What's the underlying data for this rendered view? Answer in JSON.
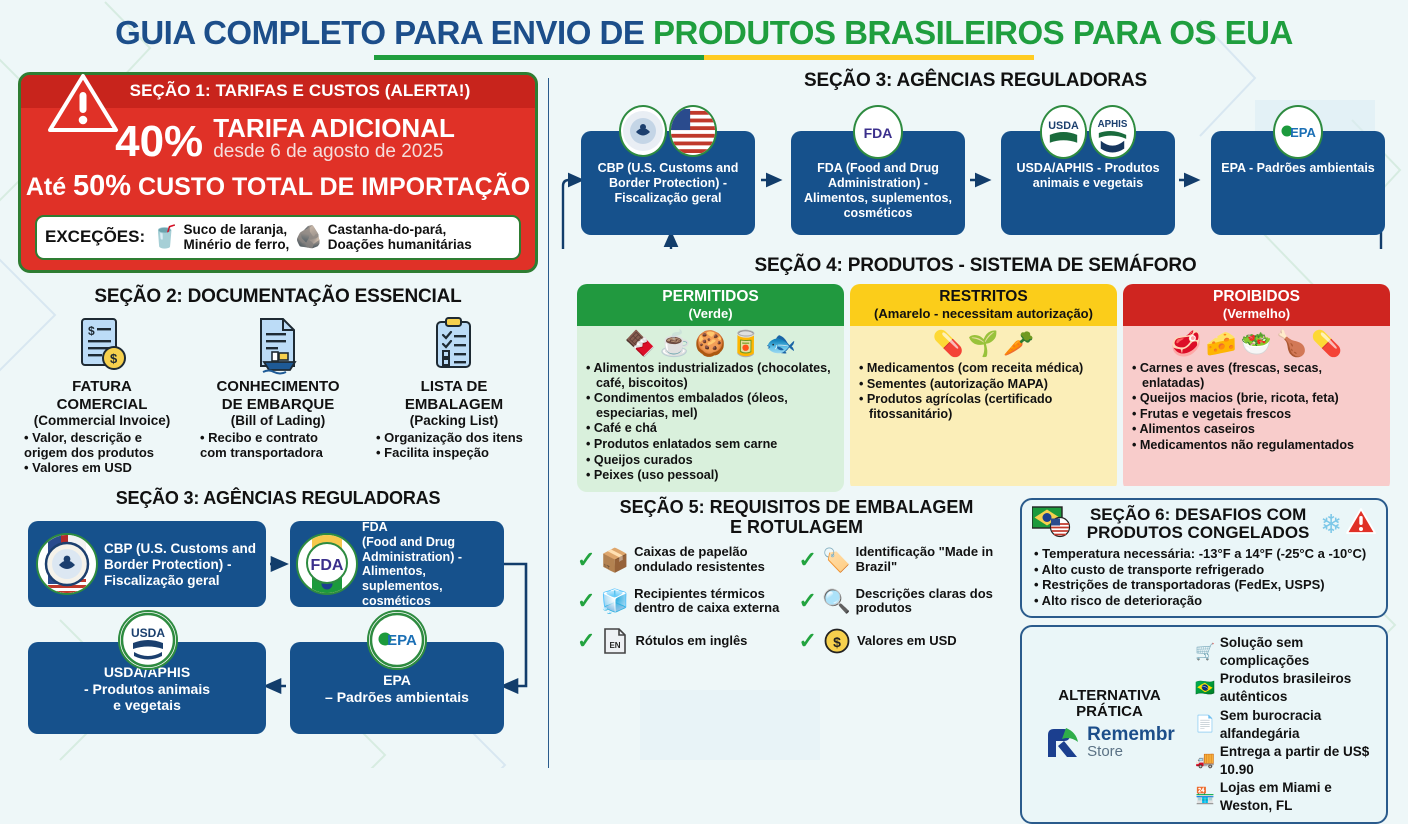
{
  "title": {
    "part_blue": "GUIA COMPLETO PARA ENVIO DE ",
    "part_green": "PRODUTOS BRASILEIROS PARA OS EUA"
  },
  "section1": {
    "header": "SEÇÃO 1: TARIFAS E CUSTOS (ALERTA!)",
    "percent": "40%",
    "headline": "TARIFA ADICIONAL",
    "subline": "desde 6 de agosto de 2025",
    "total_prefix": "Até ",
    "total_pct": "50%",
    "total_suffix": " CUSTO TOTAL DE IMPORTAÇÃO",
    "exceptions_label": "EXCEÇÕES:",
    "exceptions": [
      {
        "icon": "🥤",
        "icon_name": "orange-juice-icon",
        "line1": "Suco de laranja,",
        "line2": "Minério de ferro,"
      },
      {
        "icon": "🪨",
        "icon_name": "iron-ore-icon",
        "line1": "Castanha-do-pará,",
        "line2": "Doações humanitárias"
      }
    ]
  },
  "section2": {
    "heading": "SEÇÃO 2: DOCUMENTAÇÃO ESSENCIAL",
    "docs": [
      {
        "icon_name": "commercial-invoice-icon",
        "title1": "FATURA",
        "title2": "COMERCIAL",
        "sub": "(Commercial Invoice)",
        "bullets": [
          "• Valor, descrição e",
          "  origem dos produtos",
          "• Valores em USD"
        ]
      },
      {
        "icon_name": "bill-of-lading-icon",
        "title1": "CONHECIMENTO",
        "title2": "DE EMBARQUE",
        "sub": "(Bill of Lading)",
        "bullets": [
          "• Recibo e contrato",
          "  com transportadora"
        ]
      },
      {
        "icon_name": "packing-list-icon",
        "title1": "LISTA DE",
        "title2": "EMBALAGEM",
        "sub": "(Packing List)",
        "bullets": [
          "• Organização dos itens",
          "• Facilita inspeção"
        ]
      }
    ]
  },
  "section3_left": {
    "heading": "SEÇÃO 3: AGÊNCIAS REGULADORAS",
    "boxes": [
      {
        "id": "cbp",
        "text": "CBP (U.S. Customs and\nBorder Protection) -\nFiscalização geral",
        "badge": "cbp-seal-icon"
      },
      {
        "id": "fda",
        "text": "FDA\n(Food and Drug\nAdministration) -\nAlimentos, suplementos,\ncosméticos",
        "badge": "fda-logo-icon"
      },
      {
        "id": "usda",
        "text": "USDA/APHIS\n- Produtos animais\ne vegetais",
        "badge": "usda-logo-icon"
      },
      {
        "id": "epa",
        "text": "EPA\n– Padrões ambientais",
        "badge": "epa-logo-icon"
      }
    ]
  },
  "section3_top": {
    "heading": "SEÇÃO 3: AGÊNCIAS REGULADORAS",
    "boxes": [
      {
        "label": "CBP (U.S. Customs and Border Protection) - Fiscalização geral",
        "badges": [
          "cbp-seal-icon",
          "us-flag-icon"
        ]
      },
      {
        "label": "FDA (Food and Drug Administration) - Alimentos, suplementos, cosméticos",
        "badges": [
          "fda-logo-icon"
        ]
      },
      {
        "label": "USDA/APHIS - Produtos animais e vegetais",
        "badges": [
          "usda-logo-icon",
          "aphis-logo-icon"
        ]
      },
      {
        "label": "EPA - Padrões ambientais",
        "badges": [
          "epa-logo-icon"
        ]
      }
    ]
  },
  "section4": {
    "heading": "SEÇÃO 4: PRODUTOS - SISTEMA DE SEMÁFORO",
    "cards": [
      {
        "title": "PERMITIDOS",
        "subtitle": "(Verde)",
        "color": "#21993f",
        "icons": [
          "🍫",
          "☕",
          "🍪",
          "🥫",
          "🐟"
        ],
        "items": [
          "• Alimentos industrializados (chocolates, café, biscoitos)",
          "• Condimentos embalados (óleos, especiarias, mel)",
          "• Café e chá",
          "• Produtos enlatados sem carne",
          "• Queijos curados",
          "• Peixes (uso pessoal)"
        ]
      },
      {
        "title": "RESTRITOS",
        "subtitle": "(Amarelo - necessitam autorização)",
        "color": "#fbcd1a",
        "icons": [
          "💊",
          "🌱",
          "🥕"
        ],
        "items": [
          "• Medicamentos (com receita médica)",
          "• Sementes (autorização MAPA)",
          "• Produtos agrícolas (certificado fitossanitário)"
        ]
      },
      {
        "title": "PROIBIDOS",
        "subtitle": "(Vermelho)",
        "color": "#cf2520",
        "icons": [
          "🥩",
          "🧀",
          "🥗",
          "🍗",
          "💊"
        ],
        "items": [
          "• Carnes e aves (frescas, secas, enlatadas)",
          "• Queijos macios (brie, ricota, feta)",
          "• Frutas e vegetais frescos",
          "• Alimentos caseiros",
          "• Medicamentos não regulamentados"
        ]
      }
    ]
  },
  "section5": {
    "heading_line1": "SEÇÃO 5: REQUISITOS DE EMBALAGEM",
    "heading_line2": "E ROTULAGEM",
    "items": [
      {
        "icon": "📦",
        "icon_name": "cardboard-box-icon",
        "text": "Caixas de papelão ondulado resistentes"
      },
      {
        "icon": "🏷️",
        "icon_name": "made-in-brazil-tag-icon",
        "text": "Identificação \"Made in Brazil\""
      },
      {
        "icon": "🧊",
        "icon_name": "thermal-cooler-icon",
        "text": "Recipientes térmicos dentro de caixa externa"
      },
      {
        "icon": "🔍",
        "icon_name": "magnifier-icon",
        "text": "Descrições claras dos produtos"
      },
      {
        "icon": "📄",
        "icon_name": "english-label-icon",
        "text": "Rótulos em inglês"
      },
      {
        "icon": "💲",
        "icon_name": "usd-coin-icon",
        "text": "Valores em USD"
      }
    ]
  },
  "section6": {
    "heading_line1": "SEÇÃO 6: DESAFIOS COM",
    "heading_line2": "PRODUTOS CONGELADOS",
    "left_icon": "br-us-flags-icon",
    "right_icons": [
      "snowflake-icon",
      "warning-icon"
    ],
    "items": [
      "• Temperatura necessária: -13°F a 14°F (-25°C a -10°C)",
      "• Alto custo de transporte refrigerado",
      "• Restrições de transportadoras (FedEx, USPS)",
      "• Alto risco de deterioração"
    ]
  },
  "alternative": {
    "title_line1": "ALTERNATIVA",
    "title_line2": "PRÁTICA",
    "brand_line1": "Remembr",
    "brand_line2": "Store",
    "benefits": [
      {
        "icon": "🛒",
        "icon_name": "shopping-cart-icon",
        "text": "Solução sem complicações"
      },
      {
        "icon": "🇧🇷",
        "icon_name": "brazil-flag-icon",
        "text": "Produtos brasileiros autênticos"
      },
      {
        "icon": "📄",
        "icon_name": "no-customs-doc-icon",
        "text": "Sem burocracia alfandegária"
      },
      {
        "icon": "🚚",
        "icon_name": "delivery-truck-icon",
        "text": "Entrega a partir de US$ 10.90"
      },
      {
        "icon": "🏪",
        "icon_name": "storefront-icon",
        "text": "Lojas em Miami e Weston, FL"
      }
    ]
  },
  "colors": {
    "navy": "#16518c",
    "alert_red": "#e03127",
    "brand_green": "#1f9e3e",
    "brand_yellow": "#ffcc22",
    "title_blue": "#1c4e8a",
    "background": "#eef7f8"
  }
}
